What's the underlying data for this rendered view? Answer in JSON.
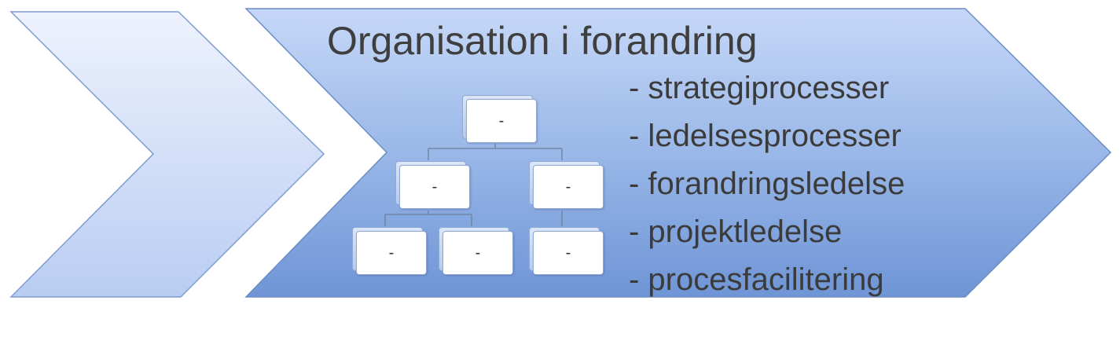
{
  "diagram": {
    "title": "Organisation i forandring",
    "bullets": [
      "- strategiprocesser",
      "- ledelsesprocesser",
      "- forandringsledelse",
      "- projektledelse",
      "- procesfacilitering"
    ],
    "org_chart": {
      "top": "-",
      "level2": [
        "-",
        "-"
      ],
      "level3": [
        "-",
        "-",
        "-"
      ]
    },
    "colors": {
      "chevron_light": "#e8eefc",
      "chevron_dark": "#6f95d6",
      "outline": "#6b8cc4",
      "text": "#3f3f3f"
    }
  }
}
